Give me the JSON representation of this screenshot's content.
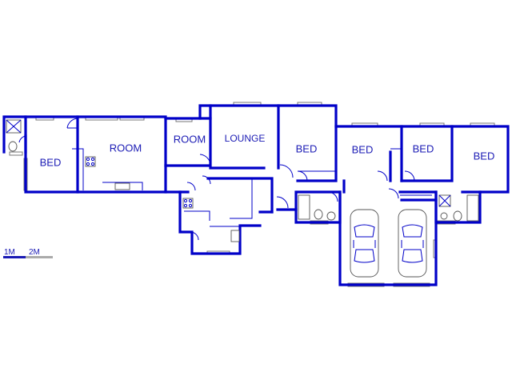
{
  "rooms": {
    "bed_far_left": "BED",
    "room_main": "ROOM",
    "room_small": "ROOM",
    "lounge": "LOUNGE",
    "bed_center": "BED",
    "bed_right_1": "BED",
    "bed_right_2": "BED",
    "bed_far_right": "BED"
  },
  "scale": {
    "label_1": "1M",
    "label_2": "2M"
  },
  "colors": {
    "wall": "#0000c8",
    "label": "#1a1ab4",
    "fixture": "#555555"
  }
}
